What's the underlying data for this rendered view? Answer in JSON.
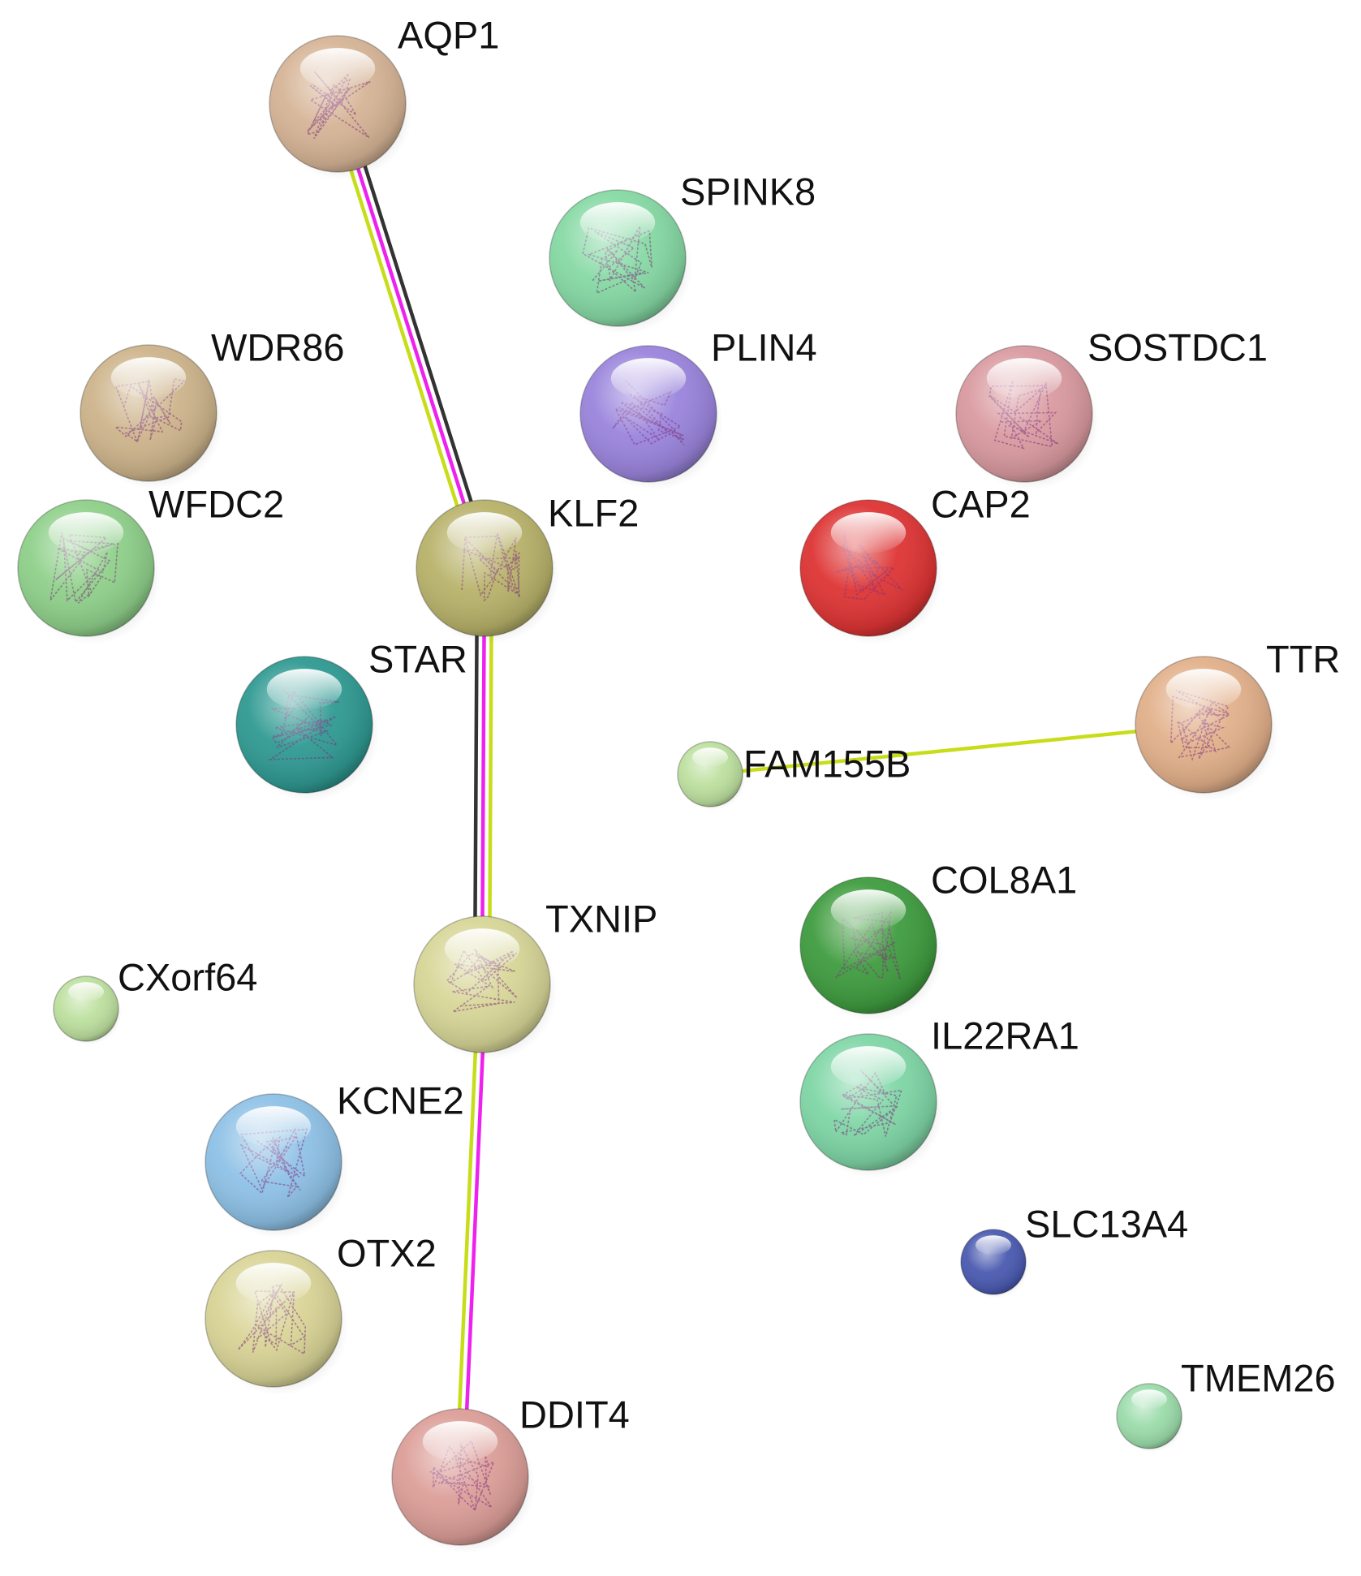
{
  "network": {
    "edge_colors": {
      "black": "#333333",
      "magenta": "#ee22ee",
      "yellow_green": "#c8dd1a"
    },
    "nodes": [
      {
        "id": "AQP1",
        "label": "AQP1",
        "color": "#d6b496",
        "kind": "structure"
      },
      {
        "id": "SPINK8",
        "label": "SPINK8",
        "color": "#86d9a4",
        "kind": "structure"
      },
      {
        "id": "WDR86",
        "label": "WDR86",
        "color": "#cdb48b",
        "kind": "structure"
      },
      {
        "id": "PLIN4",
        "label": "PLIN4",
        "color": "#9a84dc",
        "kind": "structure"
      },
      {
        "id": "SOSTDC1",
        "label": "SOSTDC1",
        "color": "#d99aa0",
        "kind": "structure"
      },
      {
        "id": "WFDC2",
        "label": "WFDC2",
        "color": "#8fd08a",
        "kind": "structure"
      },
      {
        "id": "KLF2",
        "label": "KLF2",
        "color": "#b8b26a",
        "kind": "structure"
      },
      {
        "id": "CAP2",
        "label": "CAP2",
        "color": "#de3434",
        "kind": "structure"
      },
      {
        "id": "STAR",
        "label": "STAR",
        "color": "#2f9a92",
        "kind": "structure"
      },
      {
        "id": "TTR",
        "label": "TTR",
        "color": "#e2b08a",
        "kind": "structure"
      },
      {
        "id": "FAM155B",
        "label": "FAM155B",
        "color": "#bde09f",
        "kind": "empty"
      },
      {
        "id": "TXNIP",
        "label": "TXNIP",
        "color": "#d7d697",
        "kind": "structure"
      },
      {
        "id": "COL8A1",
        "label": "COL8A1",
        "color": "#3f9c3f",
        "kind": "structure"
      },
      {
        "id": "CXorf64",
        "label": "CXorf64",
        "color": "#bde09f",
        "kind": "empty"
      },
      {
        "id": "IL22RA1",
        "label": "IL22RA1",
        "color": "#7fd6a6",
        "kind": "structure"
      },
      {
        "id": "KCNE2",
        "label": "KCNE2",
        "color": "#8ec1e6",
        "kind": "structure"
      },
      {
        "id": "OTX2",
        "label": "OTX2",
        "color": "#d9d496",
        "kind": "structure"
      },
      {
        "id": "SLC13A4",
        "label": "SLC13A4",
        "color": "#4a5ab0",
        "kind": "empty"
      },
      {
        "id": "TMEM26",
        "label": "TMEM26",
        "color": "#9bdcaa",
        "kind": "empty"
      },
      {
        "id": "DDIT4",
        "label": "DDIT4",
        "color": "#dc9e98",
        "kind": "structure"
      }
    ],
    "edges": [
      {
        "source": "AQP1",
        "target": "KLF2",
        "evidence": [
          "black",
          "magenta",
          "yellow_green"
        ]
      },
      {
        "source": "KLF2",
        "target": "TXNIP",
        "evidence": [
          "yellow_green",
          "magenta",
          "black"
        ]
      },
      {
        "source": "TXNIP",
        "target": "DDIT4",
        "evidence": [
          "magenta",
          "yellow_green"
        ]
      },
      {
        "source": "FAM155B",
        "target": "TTR",
        "evidence": [
          "yellow_green"
        ]
      }
    ]
  }
}
